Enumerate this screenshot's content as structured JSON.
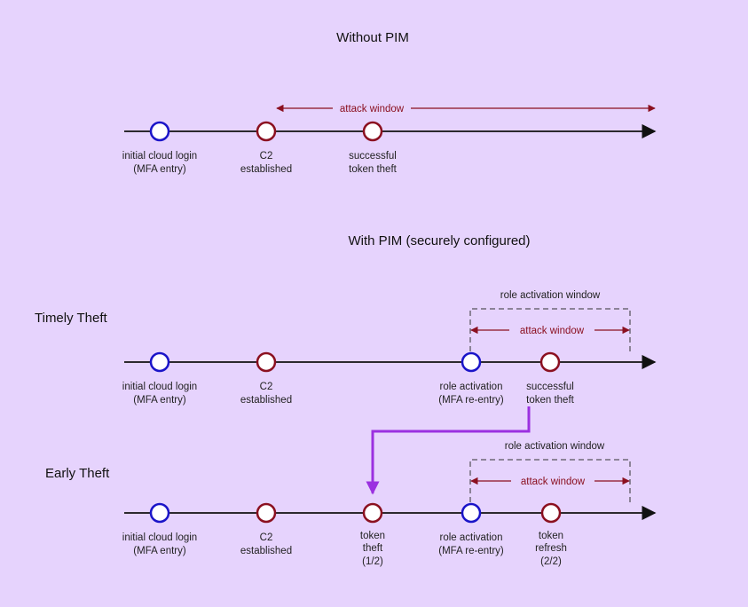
{
  "colors": {
    "background": "#e6d3fd",
    "axis": "#111111",
    "blue": "#1a14c8",
    "red": "#8b1020",
    "purple": "#9b30e0",
    "dash": "#333333"
  },
  "section1": {
    "title": "Without PIM",
    "window_label": "attack window",
    "events": [
      {
        "line1": "initial cloud login",
        "line2": "(MFA entry)",
        "color": "blue"
      },
      {
        "line1": "C2",
        "line2": "established",
        "color": "red"
      },
      {
        "line1": "successful",
        "line2": "token theft",
        "color": "red"
      }
    ]
  },
  "section2": {
    "title": "With PIM (securely configured)",
    "timely": {
      "label": "Timely Theft",
      "activation_window_label": "role activation window",
      "attack_window_label": "attack window",
      "events": [
        {
          "line1": "initial cloud login",
          "line2": "(MFA entry)",
          "color": "blue"
        },
        {
          "line1": "C2",
          "line2": "established",
          "color": "red"
        },
        {
          "line1": "role activation",
          "line2": "(MFA re-entry)",
          "color": "blue"
        },
        {
          "line1": "successful",
          "line2": "token theft",
          "color": "red"
        }
      ]
    },
    "early": {
      "label": "Early Theft",
      "activation_window_label": "role activation window",
      "attack_window_label": "attack window",
      "events": [
        {
          "line1": "initial cloud login",
          "line2": "(MFA entry)",
          "color": "blue"
        },
        {
          "line1": "C2",
          "line2": "established",
          "color": "red"
        },
        {
          "line1": "token",
          "line2": "theft",
          "line3": "(1/2)",
          "color": "red"
        },
        {
          "line1": "role activation",
          "line2": "(MFA re-entry)",
          "color": "blue"
        },
        {
          "line1": "token",
          "line2": "refresh",
          "line3": "(2/2)",
          "color": "red"
        }
      ]
    }
  }
}
